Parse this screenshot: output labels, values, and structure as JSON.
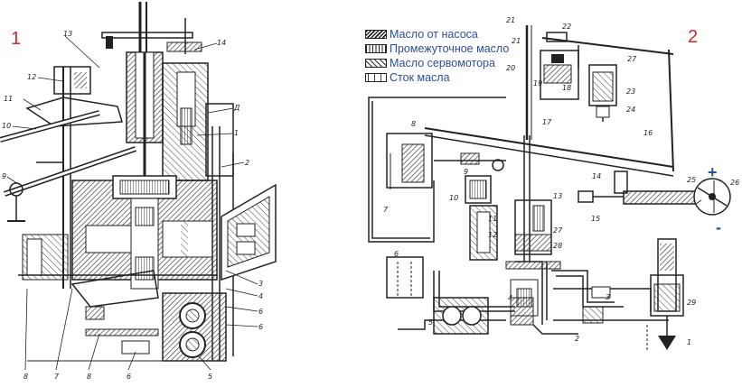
{
  "panels": {
    "left_number": "1",
    "right_number": "2"
  },
  "legend": [
    {
      "label": "Масло от насоса",
      "pattern": "pump"
    },
    {
      "label": "Промежуточное масло",
      "pattern": "mid"
    },
    {
      "label": "Масло сервомотора",
      "pattern": "servo"
    },
    {
      "label": "Сток масла",
      "pattern": "drain"
    }
  ],
  "signs": {
    "plus": "+",
    "minus": "-"
  },
  "left_callouts": {
    "n1": "1",
    "n2": "2",
    "n3": "3",
    "n4": "4",
    "n5": "5",
    "n6": "6",
    "n7": "7",
    "n8": "8",
    "n9": "9",
    "n10": "10",
    "n11": "11",
    "n12": "12",
    "n13": "13",
    "n14": "14",
    "nD": "Д"
  },
  "right_callouts": {
    "r1": "1",
    "r2": "2",
    "r3": "3",
    "r4": "4",
    "r5": "5",
    "r6": "6",
    "r7": "7",
    "r8": "8",
    "r9": "9",
    "r10": "10",
    "r11": "11",
    "r12": "12",
    "r13": "13",
    "r14": "14",
    "r15": "15",
    "r16": "16",
    "r17": "17",
    "r18": "18",
    "r19": "19",
    "r20": "20",
    "r21": "21",
    "r22": "22",
    "r23": "23",
    "r24": "24",
    "r25": "25",
    "r26": "26",
    "r27": "27",
    "r28": "28",
    "r29": "29"
  },
  "colors": {
    "panel_number": "#d8262b",
    "legend_text": "#2a4f9e",
    "plus": "#2a4f9e",
    "minus": "#2a4f9e",
    "line": "#222222"
  }
}
